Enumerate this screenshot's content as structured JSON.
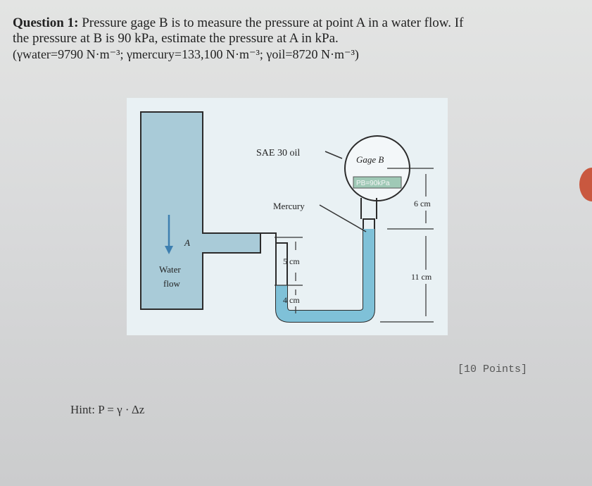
{
  "question": {
    "label": "Question 1:",
    "line1_text": "Pressure gage B is to measure the pressure at point A in a water flow. If",
    "line2_text": "the pressure at B is 90 kPa, estimate the pressure at A in kPa.",
    "line3_text": "(γwater=9790 N·m⁻³; γmercury=133,100 N·m⁻³; γoil=8720 N·m⁻³)"
  },
  "figure": {
    "oil_label": "SAE 30 oil",
    "gage_label": "Gage B",
    "gage_reading": "PB=90kPa",
    "mercury_label": "Mercury",
    "point_label": "A",
    "flow_label_1": "Water",
    "flow_label_2": "flow",
    "dim_6": "6 cm",
    "dim_5": "5 cm",
    "dim_4": "4 cm",
    "dim_11": "11 cm"
  },
  "points": "[10 Points]",
  "hint": "Hint: P = γ · Δz",
  "colors": {
    "water": "#a9cbd8",
    "tube_outline": "#2b2b2b",
    "mercury": "#7fc1d8",
    "panel": "#e9f1f4"
  }
}
